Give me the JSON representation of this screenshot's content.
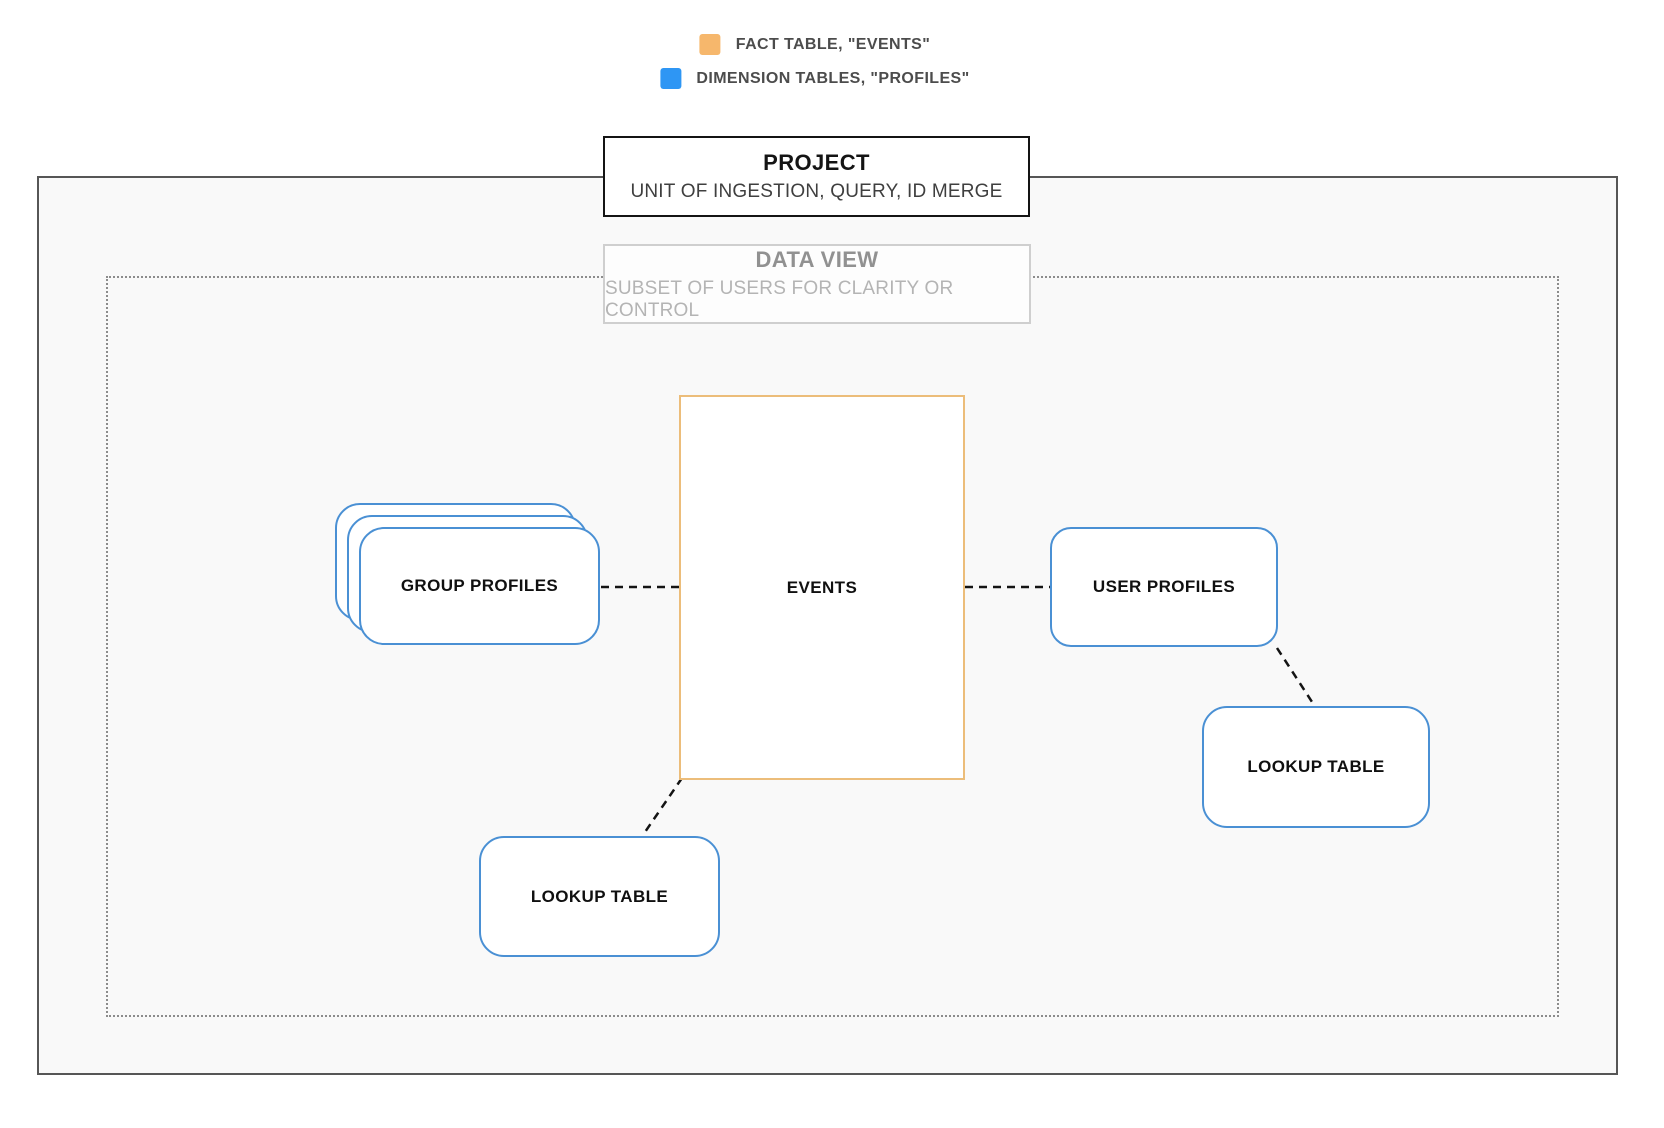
{
  "legend": {
    "items": [
      {
        "icon": "fact-table-swatch",
        "color": "#F6B76C",
        "label": "FACT TABLE, \"EVENTS\""
      },
      {
        "icon": "dimension-tables-swatch",
        "color": "#2E96F4",
        "label": "DIMENSION TABLES, \"PROFILES\""
      }
    ]
  },
  "project_box": {
    "title": "PROJECT",
    "subtitle": "UNIT OF INGESTION, QUERY, ID MERGE"
  },
  "data_view_box": {
    "title": "DATA VIEW",
    "subtitle": "SUBSET OF USERS FOR CLARITY OR CONTROL"
  },
  "diagram": {
    "nodes": {
      "group_profiles": {
        "label": "GROUP PROFILES",
        "type": "dimension",
        "stacked": true
      },
      "events": {
        "label": "EVENTS",
        "type": "fact"
      },
      "user_profiles": {
        "label": "USER PROFILES",
        "type": "dimension"
      },
      "lookup_table_left": {
        "label": "LOOKUP TABLE",
        "type": "dimension"
      },
      "lookup_table_right": {
        "label": "LOOKUP TABLE",
        "type": "dimension"
      }
    },
    "edges": [
      {
        "from": "group_profiles",
        "to": "events",
        "style": "dashed"
      },
      {
        "from": "events",
        "to": "user_profiles",
        "style": "dashed"
      },
      {
        "from": "user_profiles",
        "to": "lookup_table_right",
        "style": "dashed"
      },
      {
        "from": "events",
        "to": "lookup_table_left",
        "style": "dashed"
      }
    ]
  },
  "colors": {
    "fact_legend_swatch": "#F6B76C",
    "dimension_legend_swatch": "#2E96F4",
    "fact_node_border": "#ECBD7A",
    "dimension_node_border": "#4A90D4",
    "project_border": "#141414",
    "data_view_border": "#CFCFCF",
    "outer_frame_border": "#565656",
    "dotted_frame_border": "#8C8C8C",
    "frame_background": "#F9F9F9",
    "connector": "#141414"
  }
}
